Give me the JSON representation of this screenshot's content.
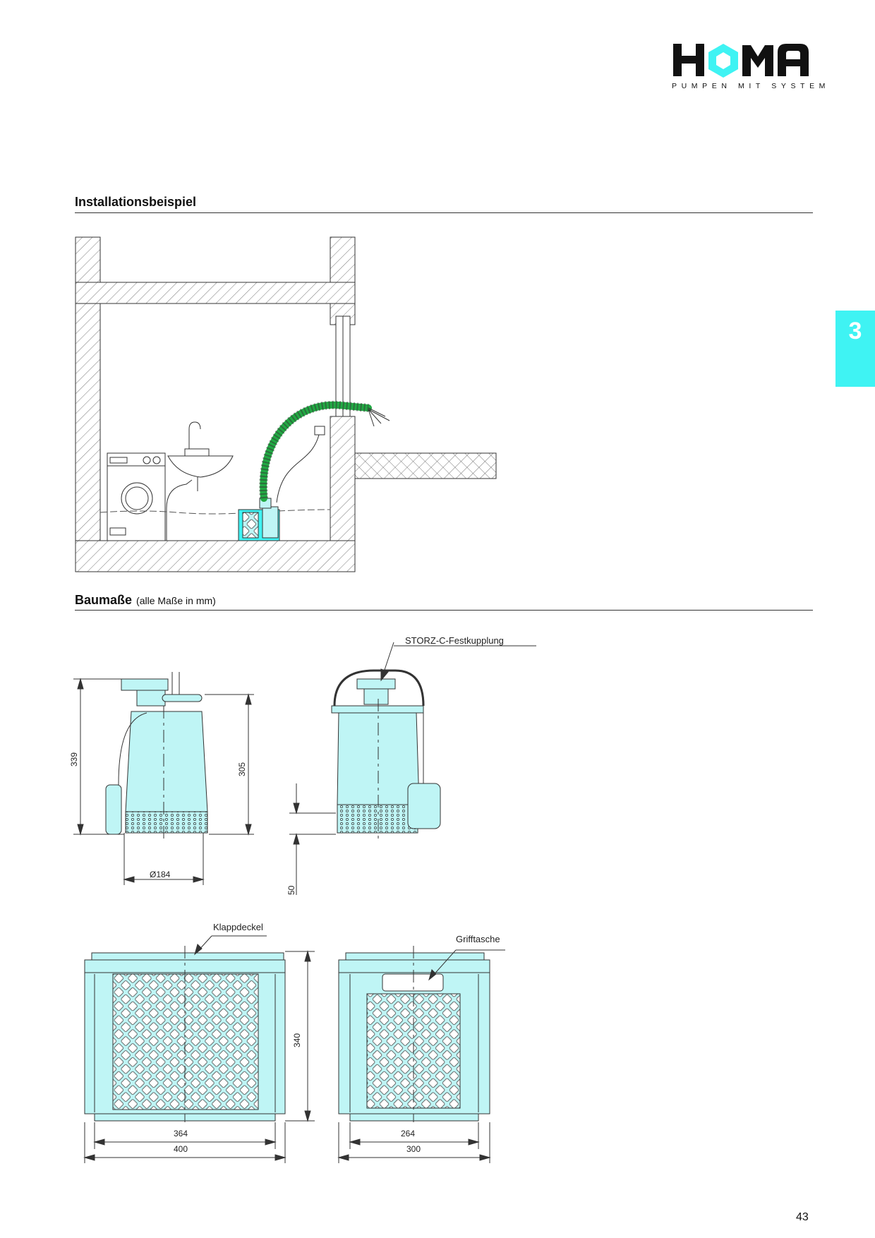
{
  "brand": {
    "logo_text": "HOMA",
    "tagline": "PUMPEN MIT SYSTEM",
    "accent_color": "#3ff3f3",
    "pump_color": "#bff5f5"
  },
  "side_tab": {
    "label": "3"
  },
  "sections": {
    "installation": {
      "title": "Installationsbeispiel"
    },
    "dimensions": {
      "title": "Baumaße",
      "subtitle": "(alle Maße in mm)"
    }
  },
  "drawings": {
    "pump_front": {
      "height_total": "339",
      "height_body": "305",
      "diameter": "Ø184"
    },
    "pump_side": {
      "label_coupling": "STORZ-C-Festkupplung",
      "switch_level": "50"
    },
    "crate": {
      "label_lid": "Klappdeckel",
      "label_handle": "Grifftasche",
      "height": "340",
      "inner_width": "364",
      "outer_width": "400",
      "inner_depth": "264",
      "outer_depth": "300"
    }
  },
  "page_number": "43"
}
